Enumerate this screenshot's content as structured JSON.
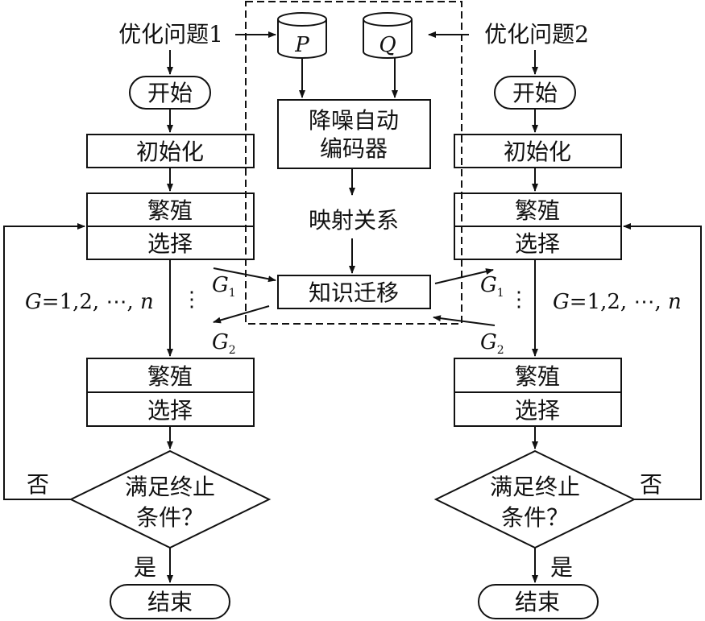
{
  "left": {
    "problem": "优化问题1",
    "start": "开始",
    "init": "初始化",
    "breed": "繁殖",
    "select": "选择",
    "gen_var": "G",
    "gen_range": "=1,2, ⋯, ",
    "gen_n": "n",
    "breed2": "繁殖",
    "select2": "选择",
    "cond_line1": "满足终止",
    "cond_line2": "条件？",
    "no": "否",
    "yes": "是",
    "end": "结束",
    "g1": "G",
    "g1_sub": "1",
    "g2": "G",
    "g2_sub": "2"
  },
  "right": {
    "problem": "优化问题2",
    "start": "开始",
    "init": "初始化",
    "breed": "繁殖",
    "select": "选择",
    "gen_var": "G",
    "gen_range": "=1,2, ⋯, ",
    "gen_n": "n",
    "breed2": "繁殖",
    "select2": "选择",
    "cond_line1": "满足终止",
    "cond_line2": "条件？",
    "no": "否",
    "yes": "是",
    "end": "结束",
    "g1": "G",
    "g1_sub": "1",
    "g2": "G",
    "g2_sub": "2"
  },
  "center": {
    "db_p": "P",
    "db_q": "Q",
    "dae_line1": "降噪自动",
    "dae_line2": "编码器",
    "mapping": "映射关系",
    "transfer": "知识迁移"
  },
  "ellipsis": "⋮"
}
